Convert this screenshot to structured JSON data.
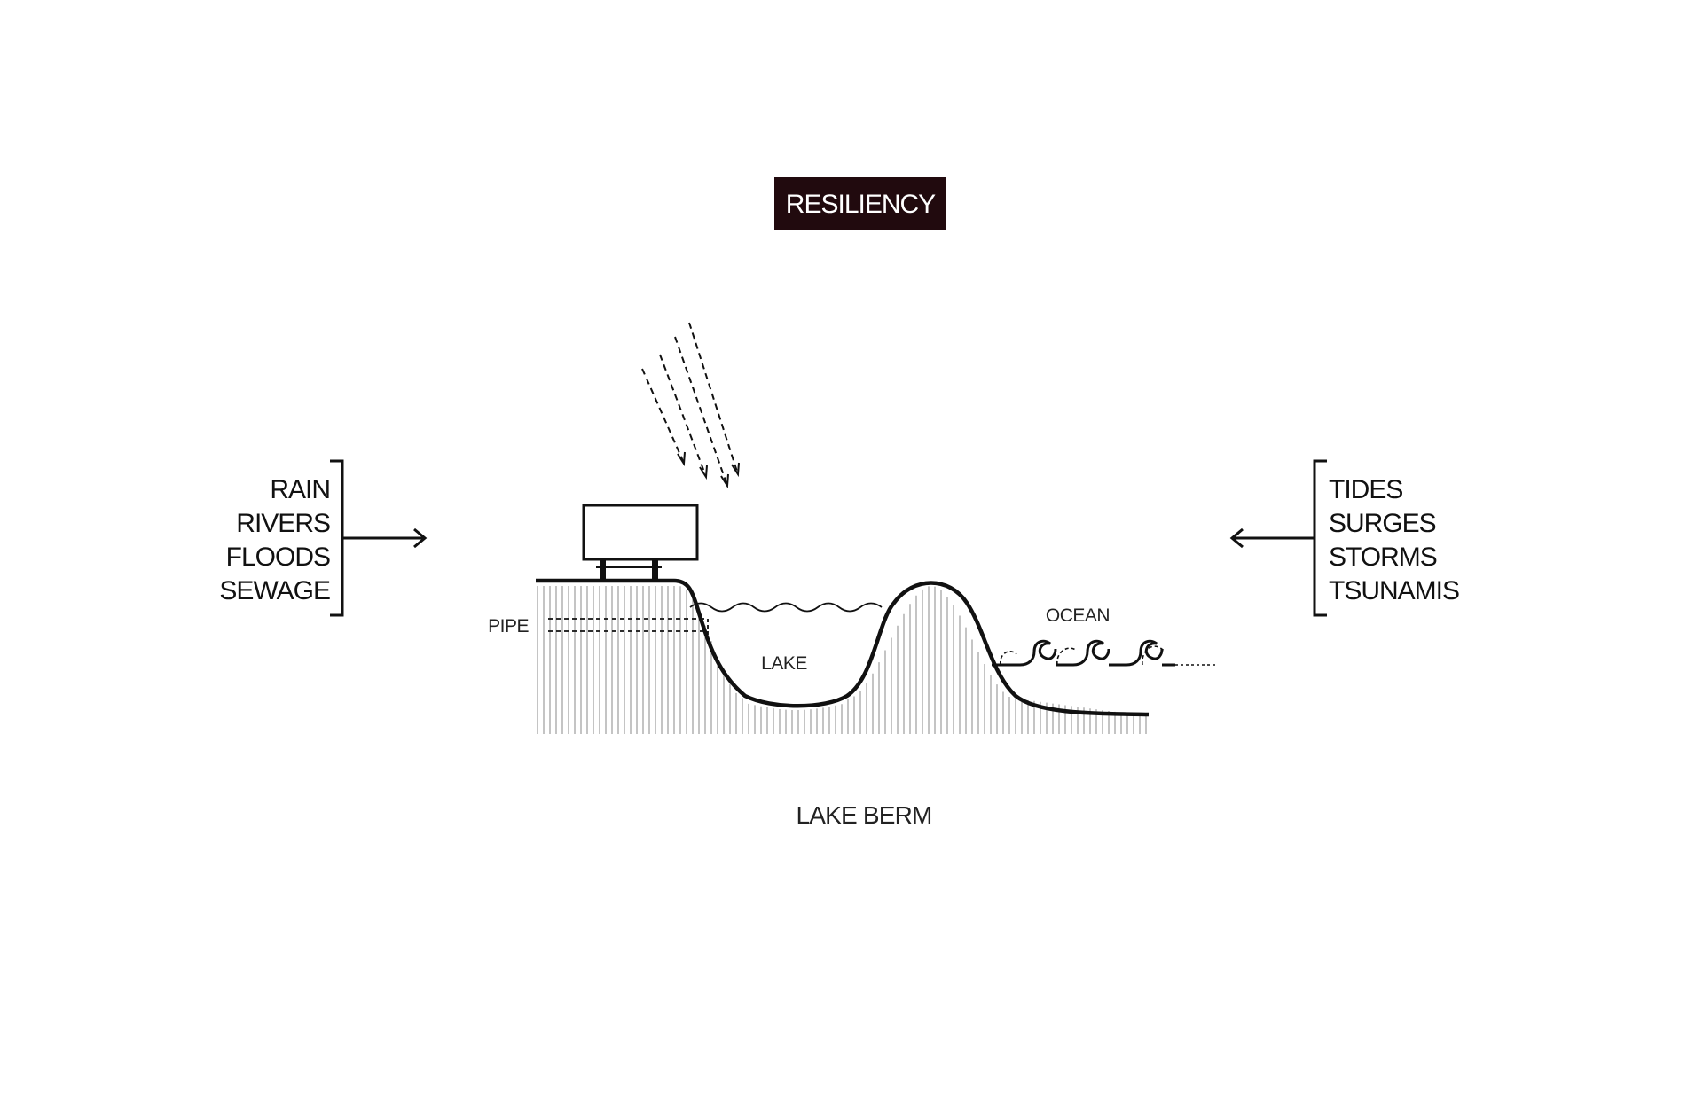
{
  "title": "RESILIENCY",
  "left_list": [
    "RAIN",
    "RIVERS",
    "FLOODS",
    "SEWAGE"
  ],
  "right_list": [
    "TIDES",
    "SURGES",
    "STORMS",
    "TSUNAMIS"
  ],
  "labels": {
    "pipe": "PIPE",
    "lake": "LAKE",
    "ocean": "OCEAN"
  },
  "caption": "LAKE BERM",
  "colors": {
    "title_bg": "#210a0e",
    "ink": "#111111"
  }
}
